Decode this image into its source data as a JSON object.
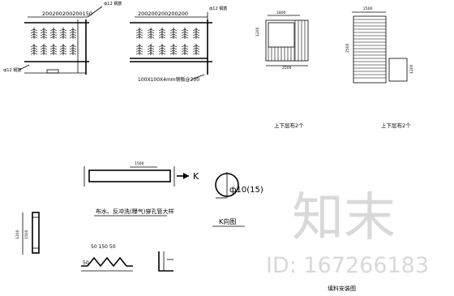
{
  "drawing": {
    "dims_left": "200200200200150",
    "dims_mid": "200200200200200",
    "dia_left_top": "ф12 钢筋",
    "dia_left_bot": "ф12 钢筋",
    "dia_mid_top": "ф12 钢筋",
    "plate_note": "100X100X4mm钢板@200",
    "box1_label": "上下层布2个",
    "box2_label": "上下层布2个",
    "pipe_label": "布水、反冲洗(曝气)穿孔管大样",
    "section_mark": "K",
    "circle_dim": "ф10(15)",
    "k_view_title": "K向图",
    "dims_box1_top": "1800",
    "dims_box1_bottom": "2500",
    "dims_box1_left": "1200",
    "dims_box2_top": "2500",
    "dims_box2_left": "2500",
    "dims_box2_bottom": "1200",
    "dim_50_150_50": "50  150  50",
    "dim_50": "50",
    "packing_title": "填料安装图",
    "col_dim_a": "1200",
    "col_dim_b": "1500"
  },
  "watermark": {
    "brand": "知末",
    "id_text": "ID: 167266183"
  }
}
